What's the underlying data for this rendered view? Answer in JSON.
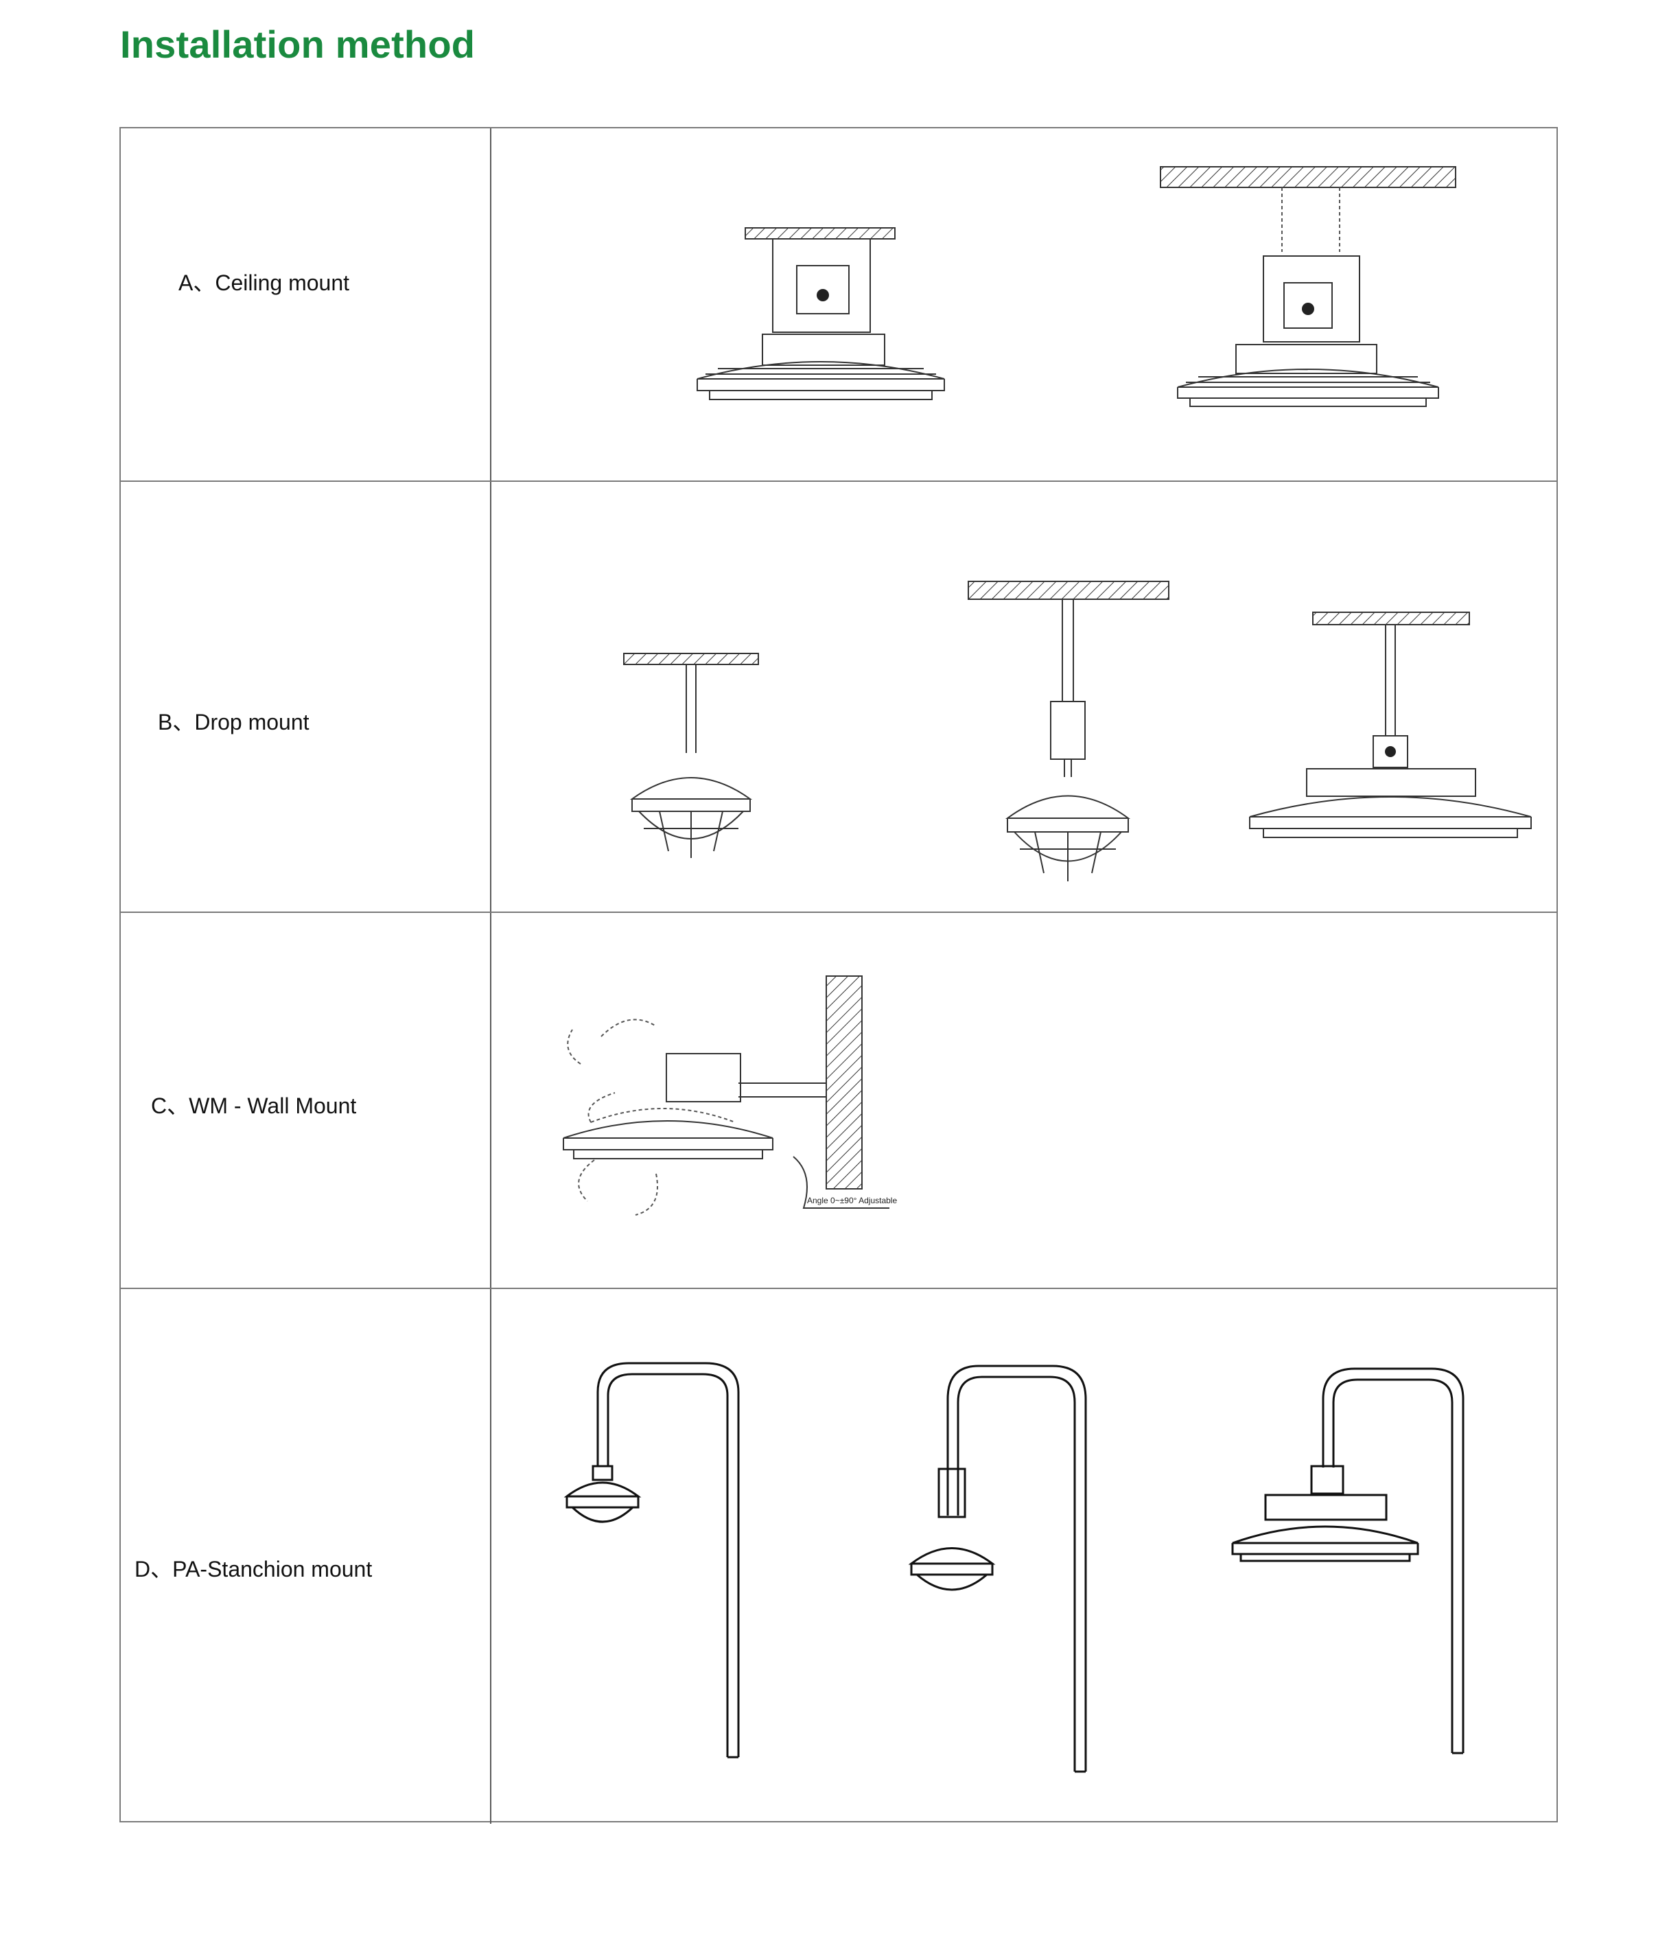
{
  "page": {
    "title": "Installation method",
    "accent_color": "#1a8a3f"
  },
  "rows": [
    {
      "label": "A、Ceiling mount",
      "illustration": "ceiling-mount-drawings"
    },
    {
      "label": "B、Drop mount",
      "illustration": "drop-mount-drawings"
    },
    {
      "label": "C、WM - Wall Mount",
      "illustration": "wall-mount-drawing",
      "annotation": "Angle 0~±90° Adjustable"
    },
    {
      "label": "D、PA-Stanchion mount",
      "illustration": "stanchion-mount-drawings"
    }
  ]
}
